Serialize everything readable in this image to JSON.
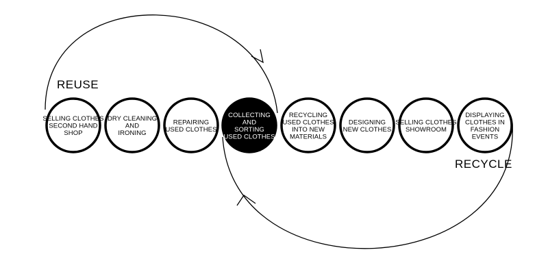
{
  "labels": {
    "reuse": "REUSE",
    "recycle": "RECYCLE"
  },
  "nodes": [
    {
      "lines": [
        "SELLING CLOTHES",
        "SECOND HAND",
        "SHOP"
      ],
      "highlight": false
    },
    {
      "lines": [
        "DRY CLEANING",
        "AND",
        "IRONING"
      ],
      "highlight": false
    },
    {
      "lines": [
        "REPAIRING",
        "USED CLOTHES"
      ],
      "highlight": false
    },
    {
      "lines": [
        "COLLECTING",
        "AND",
        "SORTING",
        "USED CLOTHES"
      ],
      "highlight": true
    },
    {
      "lines": [
        "RECYCLING",
        "USED CLOTHES",
        "INTO NEW",
        "MATERIALS"
      ],
      "highlight": false
    },
    {
      "lines": [
        "DESIGNING",
        "NEW CLOTHES"
      ],
      "highlight": false
    },
    {
      "lines": [
        "SELLING CLOTHES",
        "SHOWROOM"
      ],
      "highlight": false
    },
    {
      "lines": [
        "DISPLAYING",
        "CLOTHES IN",
        "FASHION",
        "EVENTS"
      ],
      "highlight": false
    }
  ],
  "colors": {
    "stroke": "#000000",
    "fill": "#ffffff",
    "highlight_fill": "#000000",
    "highlight_text": "#ffffff",
    "text": "#000000"
  }
}
